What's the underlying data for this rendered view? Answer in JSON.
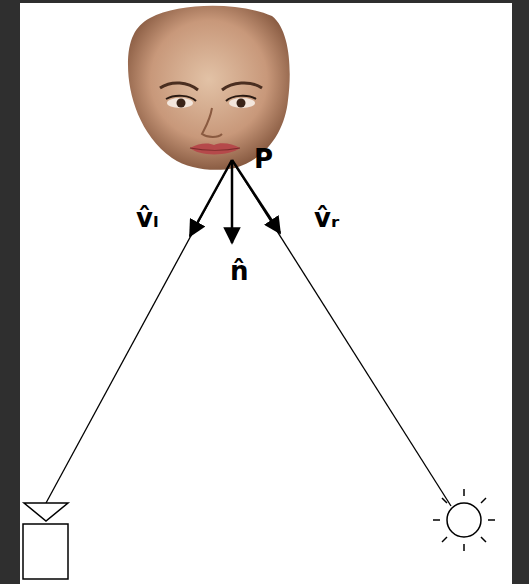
{
  "diagram": {
    "labels": [
      "P",
      "v̂ₗ",
      "n̂",
      "v̂ᵣ"
    ]
  }
}
